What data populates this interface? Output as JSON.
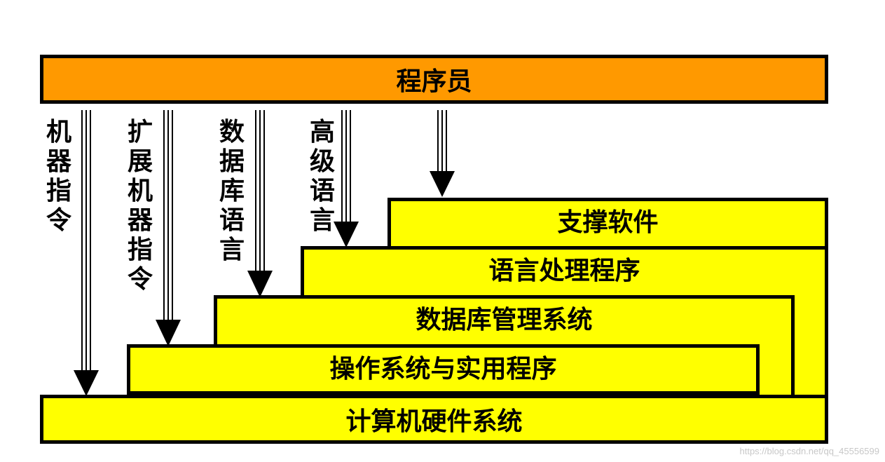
{
  "diagram": {
    "top_box": {
      "label": "程序员",
      "color": "#FF9900"
    },
    "layers": [
      {
        "id": "hardware",
        "label": "计算机硬件系统",
        "color": "#FFFF00"
      },
      {
        "id": "os",
        "label": "操作系统与实用程序",
        "color": "#FFFF00"
      },
      {
        "id": "dbms",
        "label": "数据库管理系统",
        "color": "#FFFF00"
      },
      {
        "id": "lang",
        "label": "语言处理程序",
        "color": "#FFFF00"
      },
      {
        "id": "support",
        "label": "支撑软件",
        "color": "#FFFF00"
      }
    ],
    "interfaces": [
      {
        "label": "机器指令",
        "target": "hardware"
      },
      {
        "label": "扩展机器指令",
        "target": "os"
      },
      {
        "label": "数据库语言",
        "target": "dbms"
      },
      {
        "label": "高级语言",
        "target": "lang"
      },
      {
        "label": "",
        "target": "support"
      }
    ]
  },
  "watermark": "https://blog.csdn.net/qq_45556599"
}
